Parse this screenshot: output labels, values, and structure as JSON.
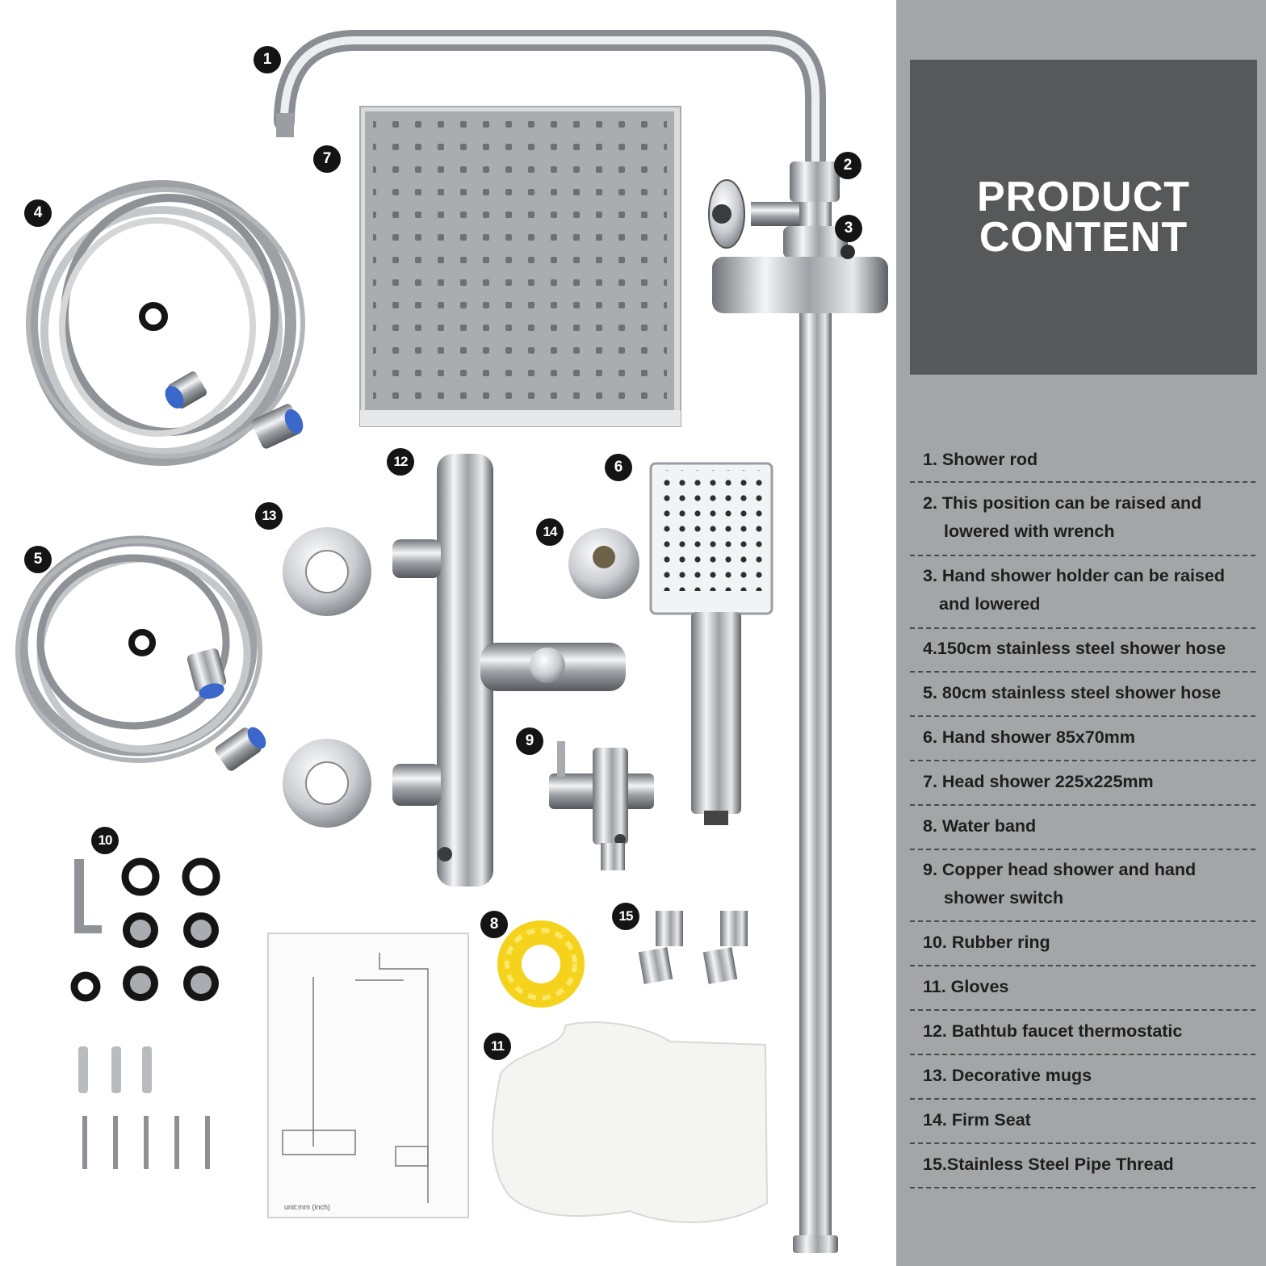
{
  "header": {
    "title_line1": "PRODUCT",
    "title_line2": "CONTENT"
  },
  "items": [
    {
      "lines": [
        "1. Shower rod"
      ]
    },
    {
      "lines": [
        "2. This position can be raised and",
        "    lowered with wrench"
      ]
    },
    {
      "lines": [
        "3. Hand shower holder can be raised",
        "   and lowered"
      ]
    },
    {
      "lines": [
        "4.150cm stainless steel shower hose"
      ]
    },
    {
      "lines": [
        "5. 80cm stainless steel shower hose"
      ]
    },
    {
      "lines": [
        "6. Hand shower 85x70mm"
      ]
    },
    {
      "lines": [
        "7. Head shower 225x225mm"
      ]
    },
    {
      "lines": [
        "8. Water band"
      ]
    },
    {
      "lines": [
        "9. Copper head shower and hand",
        "    shower switch"
      ]
    },
    {
      "lines": [
        "10. Rubber ring"
      ]
    },
    {
      "lines": [
        "11. Gloves"
      ]
    },
    {
      "lines": [
        "12. Bathtub faucet thermostatic"
      ]
    },
    {
      "lines": [
        "13. Decorative mugs"
      ]
    },
    {
      "lines": [
        "14. Firm Seat"
      ]
    },
    {
      "lines": [
        "15.Stainless Steel Pipe Thread"
      ]
    }
  ],
  "badges": [
    "1",
    "2",
    "3",
    "4",
    "5",
    "6",
    "7",
    "8",
    "9",
    "10",
    "11",
    "12",
    "13",
    "14",
    "15"
  ],
  "colors": {
    "panel": "#a3a5a6",
    "title_box": "#575859",
    "chrome": "#c8cbce",
    "hose_blue": "#3a67c9",
    "tape_yellow": "#f5d31c"
  },
  "diagram": {
    "unit_label": "unit:mm (inch)"
  }
}
